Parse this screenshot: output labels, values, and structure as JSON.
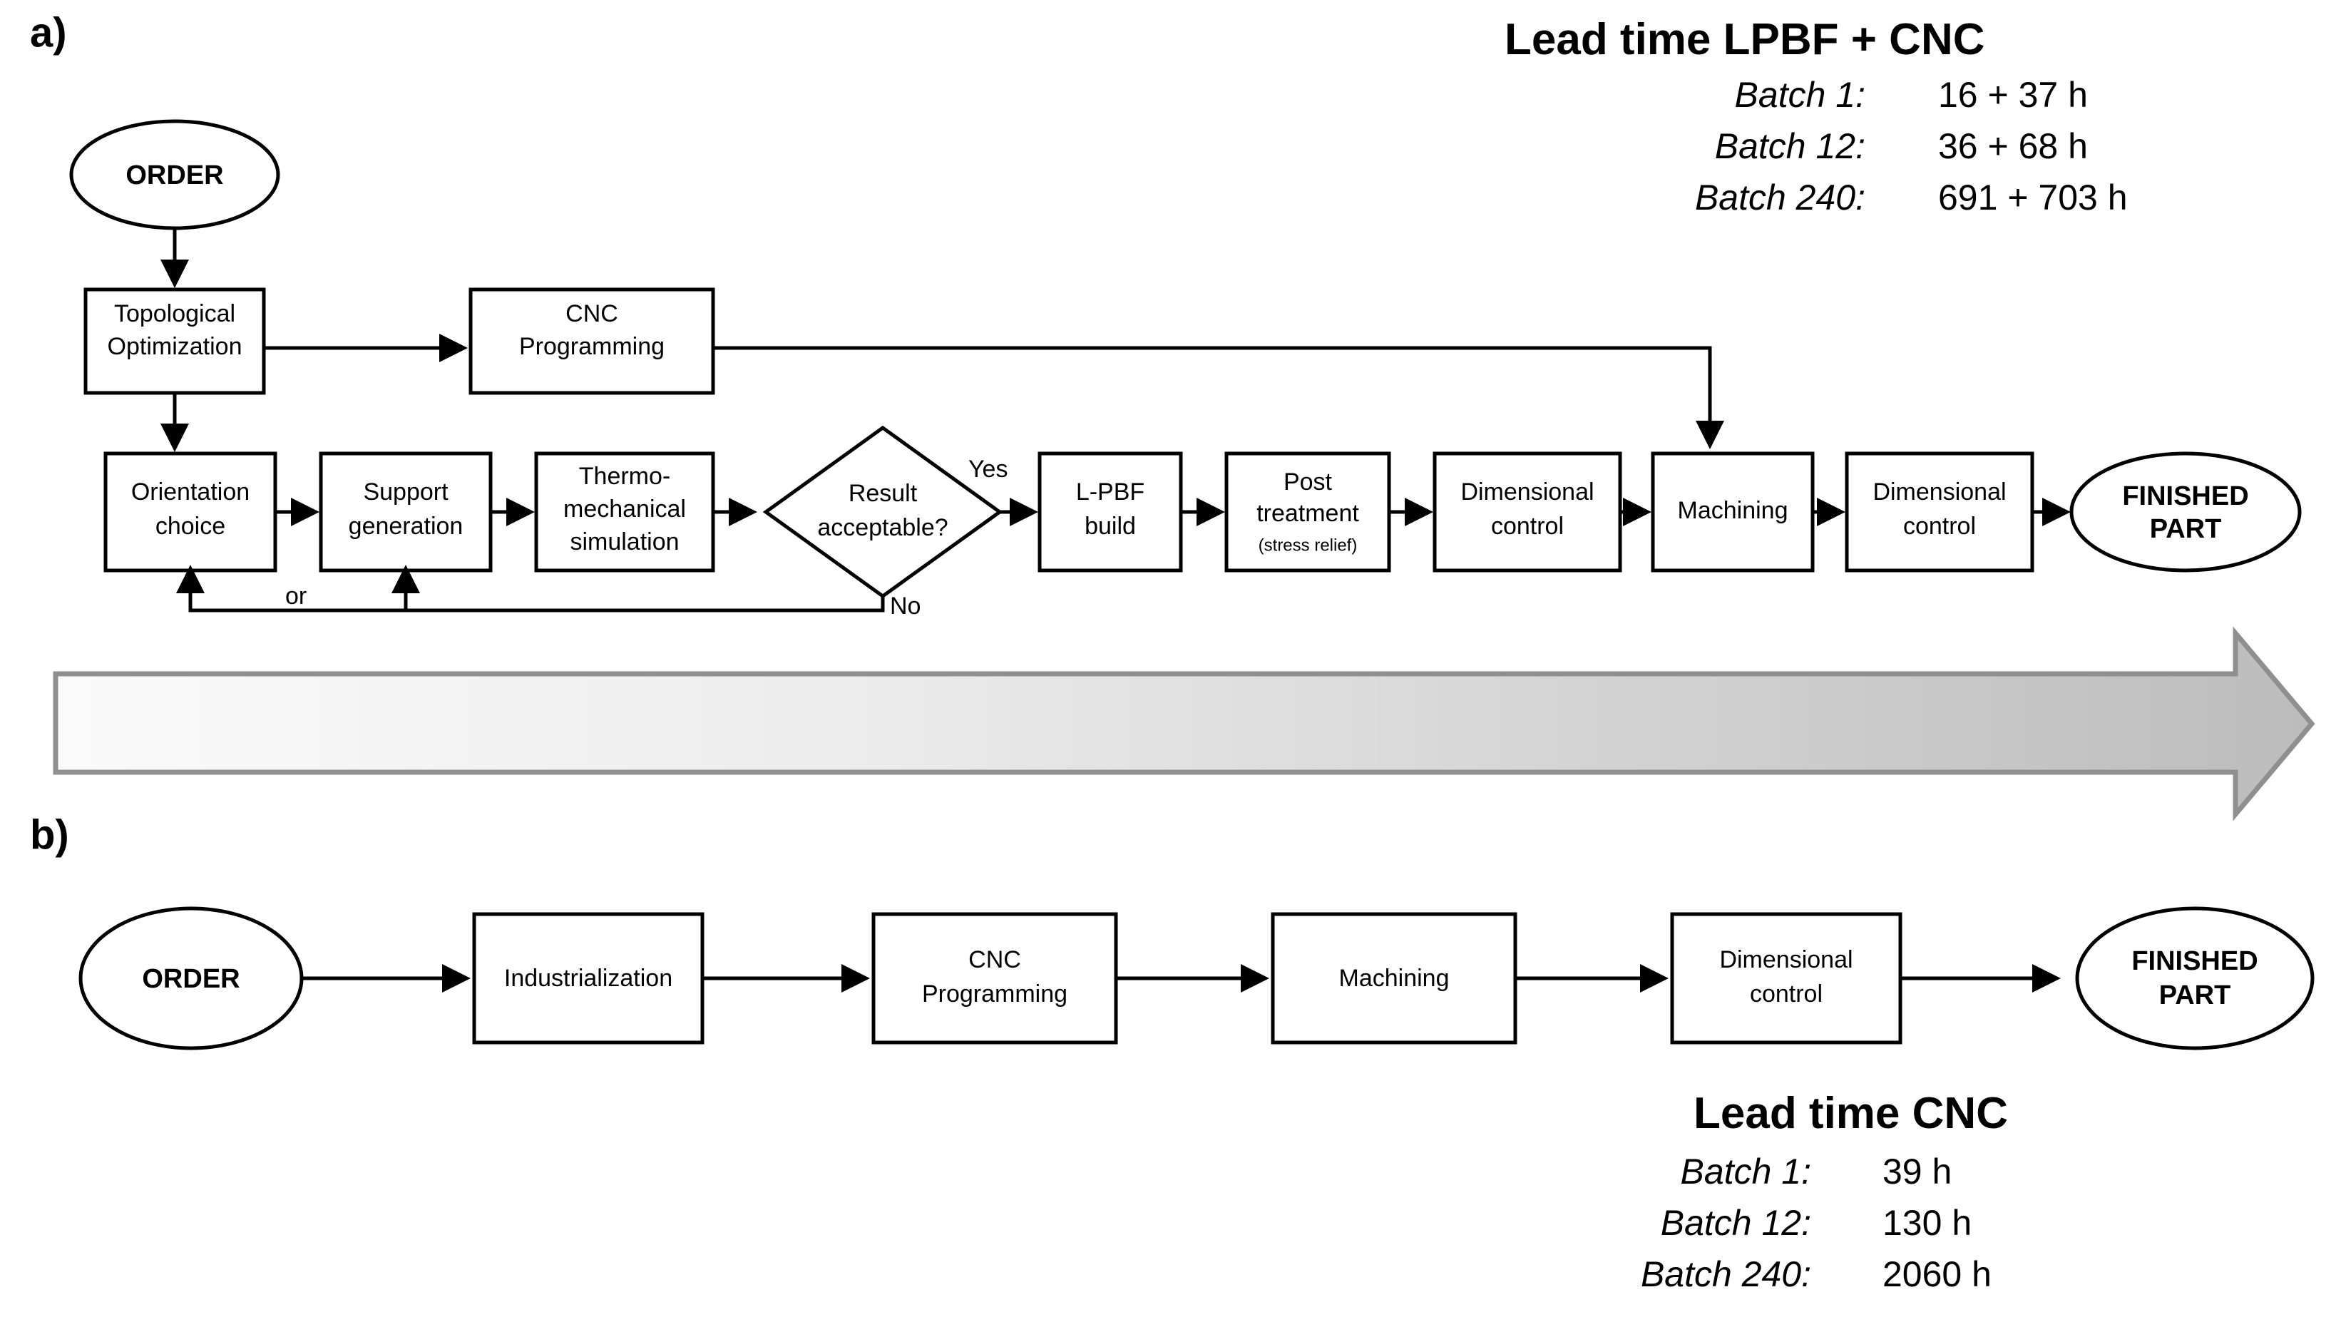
{
  "figure": {
    "panel_a_letter": "a)",
    "panel_b_letter": "b)"
  },
  "panel_a": {
    "start_node": "ORDER",
    "end_node": "FINISHED PART",
    "boxes": {
      "topological_optimization": "Topological\nOptimization",
      "topological_optimization_l1": "Topological",
      "topological_optimization_l2": "Optimization",
      "cnc_programming_l1": "CNC",
      "cnc_programming_l2": "Programming",
      "orientation_choice_l1": "Orientation",
      "orientation_choice_l2": "choice",
      "support_generation_l1": "Support",
      "support_generation_l2": "generation",
      "thermo_simulation_l1": "Thermo-",
      "thermo_simulation_l2": "mechanical",
      "thermo_simulation_l3": "simulation",
      "decision_l1": "Result",
      "decision_l2": "acceptable?",
      "lpbf_build_l1": "L-PBF",
      "lpbf_build_l2": "build",
      "post_treatment_l1": "Post",
      "post_treatment_l2": "treatment",
      "post_treatment_l3": "(stress relief)",
      "dimensional_control_1_l1": "Dimensional",
      "dimensional_control_1_l2": "control",
      "machining": "Machining",
      "dimensional_control_2_l1": "Dimensional",
      "dimensional_control_2_l2": "control"
    },
    "edge_labels": {
      "yes": "Yes",
      "no": "No",
      "or": "or"
    }
  },
  "panel_b": {
    "start_node": "ORDER",
    "end_node_l1": "FINISHED",
    "end_node_l2": "PART",
    "boxes": {
      "industrialization": "Industrialization",
      "cnc_programming_l1": "CNC",
      "cnc_programming_l2": "Programming",
      "machining": "Machining",
      "dimensional_control_l1": "Dimensional",
      "dimensional_control_l2": "control"
    }
  },
  "lead_time_lpbf_cnc": {
    "title": "Lead time LPBF + CNC",
    "rows": [
      {
        "label": "Batch 1:",
        "value": "16 + 37 h"
      },
      {
        "label": "Batch 12:",
        "value": "36 + 68 h"
      },
      {
        "label": "Batch 240:",
        "value": "691 + 703 h"
      }
    ]
  },
  "lead_time_cnc": {
    "title": "Lead time CNC",
    "rows": [
      {
        "label": "Batch 1:",
        "value": "39 h"
      },
      {
        "label": "Batch 12:",
        "value": "130 h"
      },
      {
        "label": "Batch 240:",
        "value": "2060 h"
      }
    ]
  },
  "timeline_arrow": {
    "gradient_start": "#f7f7f7",
    "gradient_end": "#b9b9b9",
    "outline": "#8c8c8c"
  },
  "colors": {
    "stroke": "#000000",
    "fill": "#ffffff",
    "text": "#000000"
  }
}
